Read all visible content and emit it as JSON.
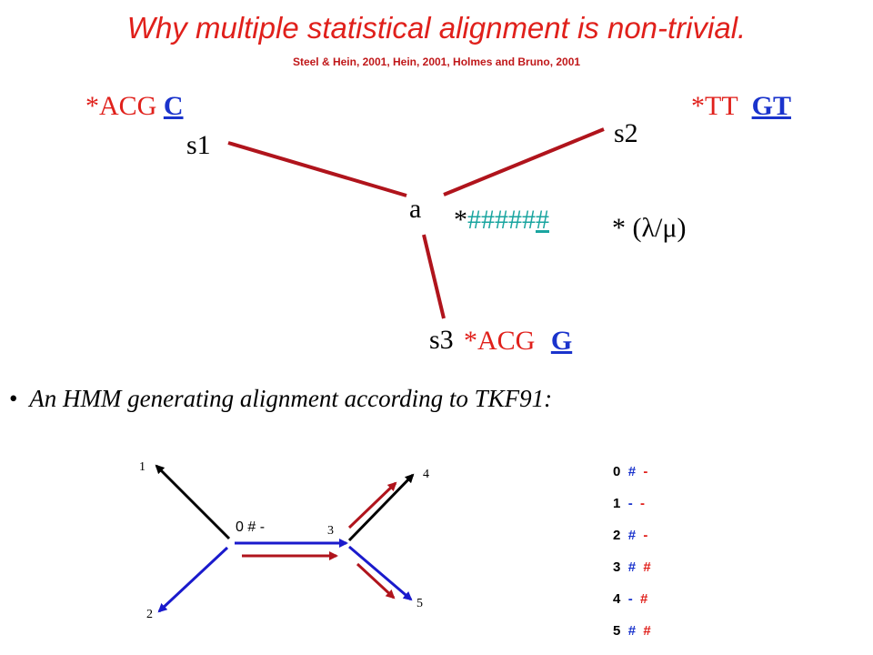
{
  "title": "Why multiple statistical alignment is non-trivial.",
  "citation": "Steel & Hein, 2001, Hein, 2001, Holmes and Bruno, 2001",
  "tree": {
    "s1": {
      "label": "s1",
      "seq_prefix": "*ACG",
      "seq_last": "C"
    },
    "s2": {
      "label": "s2",
      "seq_prefix": "*TT",
      "seq_last": "GT"
    },
    "s3": {
      "label": "s3",
      "seq_prefix": "*ACG",
      "seq_last": "G"
    },
    "a": {
      "label": "a",
      "star": "*",
      "seq_body": "#####",
      "seq_last": "#"
    },
    "rate": "* (λ/μ)"
  },
  "bullet": {
    "symbol": "•",
    "text": "An HMM generating alignment according to TKF91:"
  },
  "hmm": {
    "state_labels": [
      "1",
      "2",
      "3",
      "4",
      "5"
    ],
    "center_label": "0 # -"
  },
  "table_rows": [
    {
      "state": "0",
      "c1": "#",
      "c2": "-"
    },
    {
      "state": "1",
      "c1": "-",
      "c2": "-"
    },
    {
      "state": "2",
      "c1": "#",
      "c2": "-"
    },
    {
      "state": "3",
      "c1": "#",
      "c2": "#"
    },
    {
      "state": "4",
      "c1": "-",
      "c2": "#"
    },
    {
      "state": "5",
      "c1": "#",
      "c2": "#"
    }
  ],
  "colors": {
    "title": "#e0201b",
    "branch": "#b0141c",
    "seq_red": "#e0201b",
    "seq_blue": "#1a33cc",
    "teal": "#1aa5a0",
    "arrow_black": "#000000",
    "arrow_blue": "#1a1acc",
    "arrow_red": "#b0141c"
  }
}
